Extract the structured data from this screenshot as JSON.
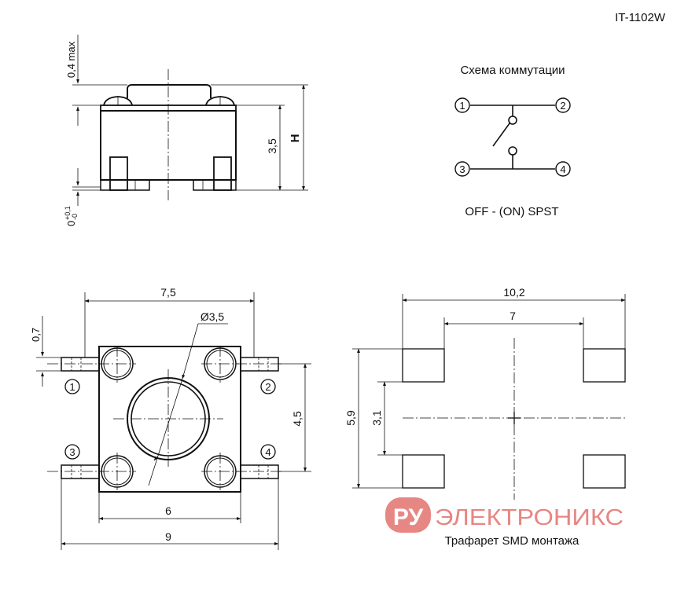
{
  "part_number": "IT-1102W",
  "side_view": {
    "dim_top": "0,4 max",
    "dim_height": "3,5",
    "dim_total": "H",
    "dim_bottom_main": "0",
    "dim_bottom_tol_plus": "+0,1",
    "dim_bottom_tol_minus": "-0"
  },
  "schematic": {
    "title": "Схема  коммутации",
    "caption": "OFF - (ON)  SPST",
    "terminals": [
      "1",
      "2",
      "3",
      "4"
    ]
  },
  "top_view": {
    "dim_width_top": "7,5",
    "dim_button_diameter": "Ø3,5",
    "dim_lead_width": "0,7",
    "dim_pin_pitch": "4,5",
    "dim_body": "6",
    "dim_overall": "9",
    "pins": [
      "1",
      "2",
      "3",
      "4"
    ]
  },
  "footprint": {
    "dim_outer_width": "10,2",
    "dim_inner_width": "7",
    "dim_outer_height": "5,9",
    "dim_inner_height": "3,1",
    "caption": "Трафарет  SMD  монтажа"
  },
  "watermark": {
    "logo_ru": "РУ",
    "logo_text": "ЭЛЕКТРОНИКС",
    "color": "#e3726e"
  }
}
